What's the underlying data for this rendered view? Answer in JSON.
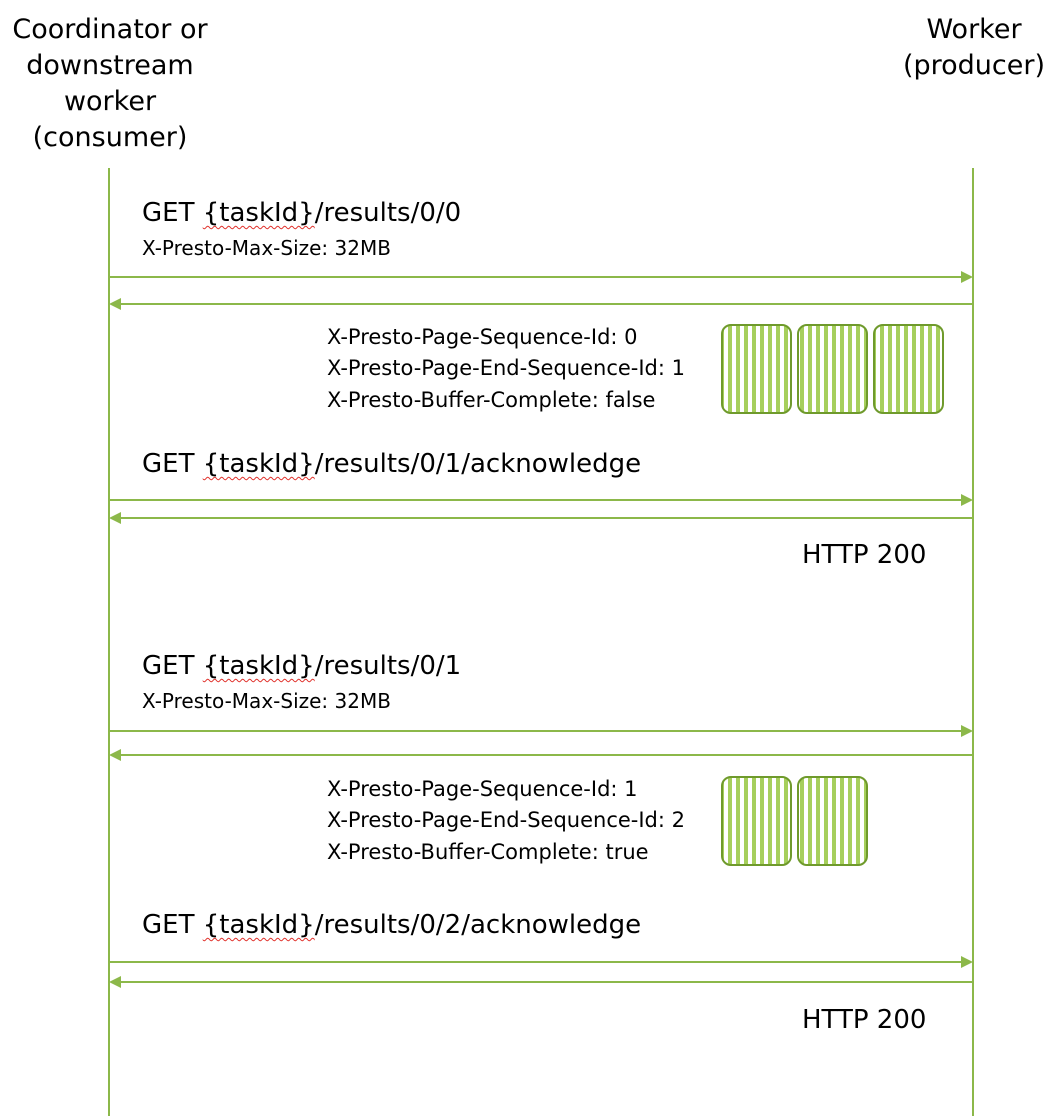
{
  "actors": {
    "consumer": [
      "Coordinator or",
      "downstream",
      "worker",
      "(consumer)"
    ],
    "producer": [
      "Worker",
      "(producer)"
    ]
  },
  "colors": {
    "accent": "#8cb84a",
    "page_fill": "#a6cf5c",
    "page_stroke": "#6f9a2c",
    "squiggle": "#e0302a"
  },
  "exchanges": [
    {
      "request": {
        "prefix": "GET ",
        "task": "{taskId}",
        "path": "/results/0/0"
      },
      "request_header": "X-Presto-Max-Size: 32MB",
      "response_headers": [
        "X-Presto-Page-Sequence-Id: 0",
        "X-Presto-Page-End-Sequence-Id: 1",
        "X-Presto-Buffer-Complete: false"
      ],
      "page_count": 3,
      "ack": {
        "prefix": "GET ",
        "task": "{taskId}",
        "path": "/results/0/1/acknowledge"
      },
      "ack_response": "HTTP 200"
    },
    {
      "request": {
        "prefix": "GET ",
        "task": "{taskId}",
        "path": "/results/0/1"
      },
      "request_header": "X-Presto-Max-Size: 32MB",
      "response_headers": [
        "X-Presto-Page-Sequence-Id: 1",
        "X-Presto-Page-End-Sequence-Id: 2",
        "X-Presto-Buffer-Complete: true"
      ],
      "page_count": 2,
      "ack": {
        "prefix": "GET ",
        "task": "{taskId}",
        "path": "/results/0/2/acknowledge"
      },
      "ack_response": "HTTP 200"
    }
  ]
}
